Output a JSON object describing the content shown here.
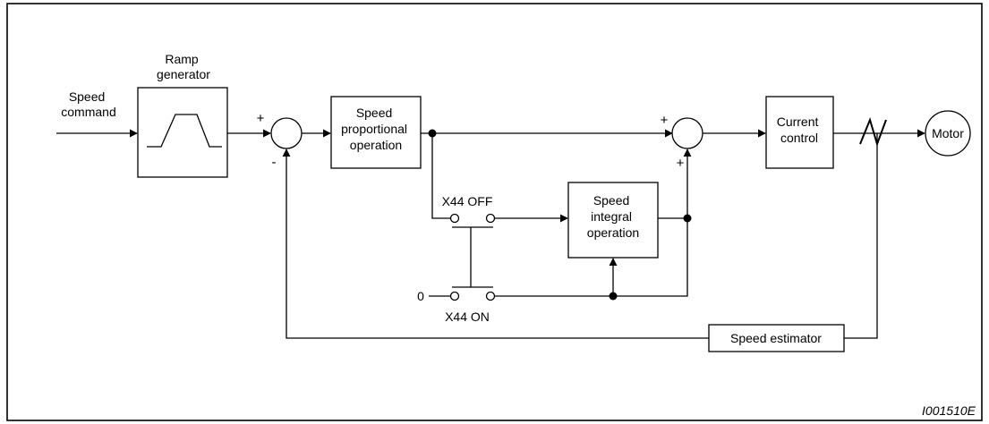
{
  "inputs": {
    "speed_command": [
      "Speed",
      "command"
    ],
    "zero": "0"
  },
  "blocks": {
    "ramp_generator": [
      "Ramp",
      "generator"
    ],
    "speed_proportional": [
      "Speed",
      "proportional",
      "operation"
    ],
    "speed_integral": [
      "Speed",
      "integral",
      "operation"
    ],
    "current_control": [
      "Current",
      "control"
    ],
    "motor": "Motor",
    "speed_estimator": "Speed estimator"
  },
  "signs": {
    "sum1_plus": "+",
    "sum1_minus": "-",
    "sum2_plus_left": "+",
    "sum2_plus_bottom": "+"
  },
  "switches": {
    "off_label": "X44 OFF",
    "on_label": "X44 ON"
  },
  "figure_id": "I001510E"
}
